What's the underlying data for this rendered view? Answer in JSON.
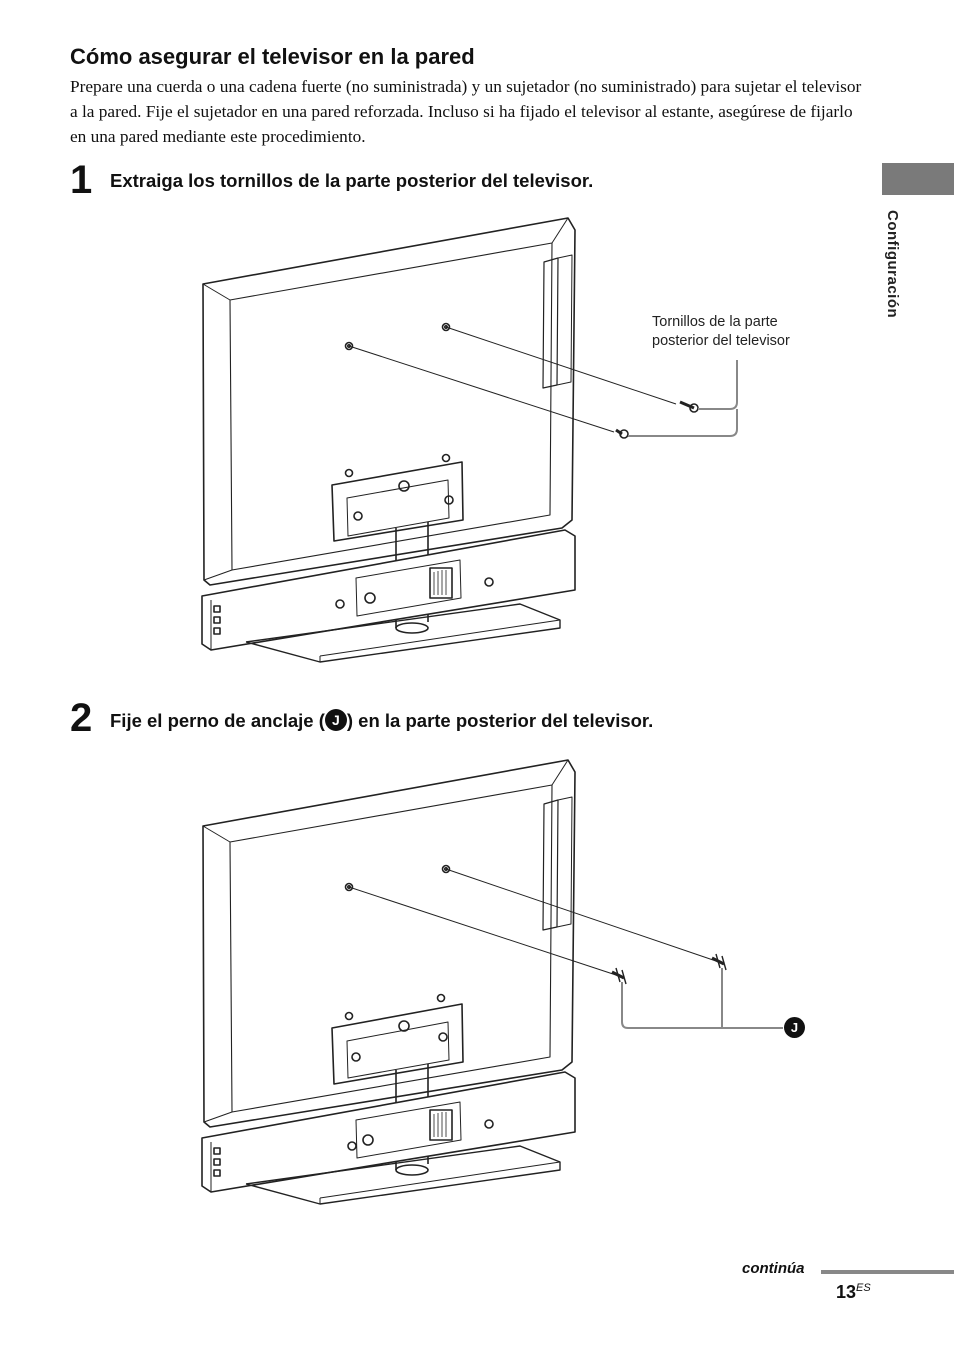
{
  "section": {
    "heading": "Cómo asegurar el televisor en la pared",
    "intro": "Prepare una cuerda o una cadena fuerte (no suministrada) y un sujetador (no suministrado) para sujetar el televisor a la pared. Fije el sujetador en una pared reforzada. Incluso si ha fijado el televisor al estante, asegúrese de fijarlo en una pared mediante este procedimiento."
  },
  "steps": [
    {
      "number": "1",
      "text": "Extraiga los tornillos de la parte posterior del televisor."
    },
    {
      "number": "2",
      "text_before": "Fije el perno de anclaje (",
      "callout": "J",
      "text_after": ") en la parte posterior del televisor."
    }
  ],
  "figures": {
    "fig1_label": [
      "Tornillos de la parte",
      "posterior del televisor"
    ],
    "fig2_callout": "J"
  },
  "sidebar": {
    "label": "Configuración",
    "tab_color": "#7a7a7a"
  },
  "footer": {
    "continued": "continúa",
    "page_number": "13",
    "page_suffix": "ES"
  }
}
